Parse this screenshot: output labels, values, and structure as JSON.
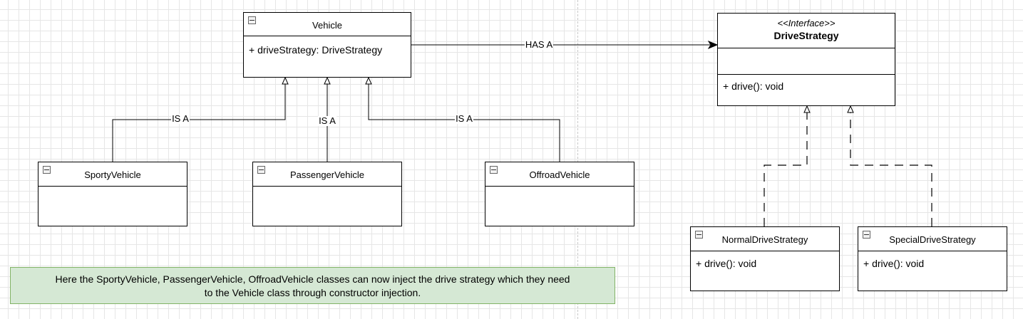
{
  "vehicle": {
    "name": "Vehicle",
    "attribute": "+ driveStrategy: DriveStrategy"
  },
  "sporty": {
    "name": "SportyVehicle"
  },
  "passenger": {
    "name": "PassengerVehicle"
  },
  "offroad": {
    "name": "OffroadVehicle"
  },
  "strategy": {
    "stereotype": "<<Interface>>",
    "name": "DriveStrategy",
    "method": "+ drive(): void"
  },
  "normal": {
    "name": "NormalDriveStrategy",
    "method": "+ drive(): void"
  },
  "special": {
    "name": "SpecialDriveStrategy",
    "method": "+ drive(): void"
  },
  "edges": {
    "has_a": "HAS A",
    "is_a": "IS A"
  },
  "note": {
    "line1": "Here the SportyVehicle, PassengerVehicle, OffroadVehicle classes can now inject the drive strategy which they need",
    "line2": "to the Vehicle class through constructor injection."
  },
  "colors": {
    "note_fill": "#d5e8d4",
    "note_border": "#82b366",
    "grid": "#e6e6e6"
  }
}
